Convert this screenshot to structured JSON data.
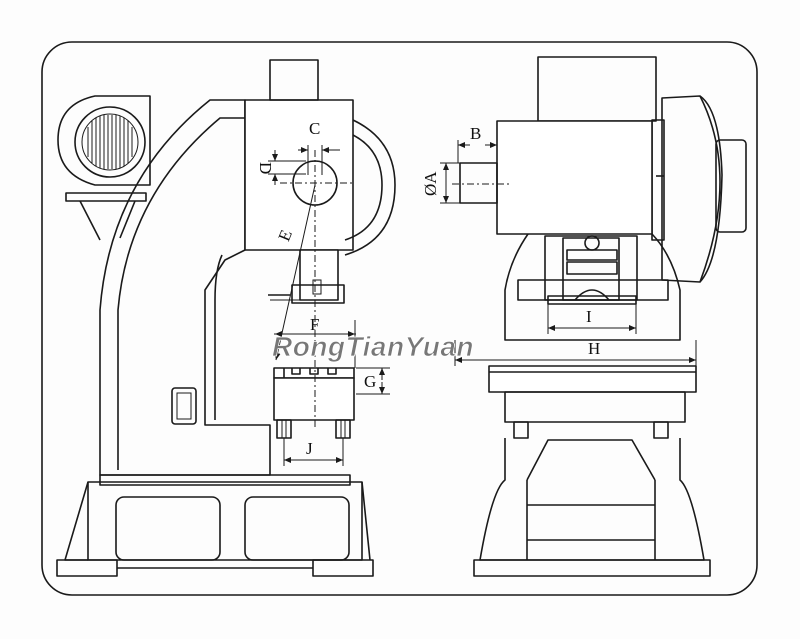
{
  "labels": {
    "B": "B",
    "C": "C",
    "D": "D",
    "E": "E",
    "A": "ØA",
    "F": "F",
    "G": "G",
    "H": "H",
    "I": "I",
    "J": "J"
  },
  "watermark": "RongTianYuan",
  "colors": {
    "line": "#1a1a1a",
    "watermark": "#777777",
    "background": "#fdfdfd"
  }
}
